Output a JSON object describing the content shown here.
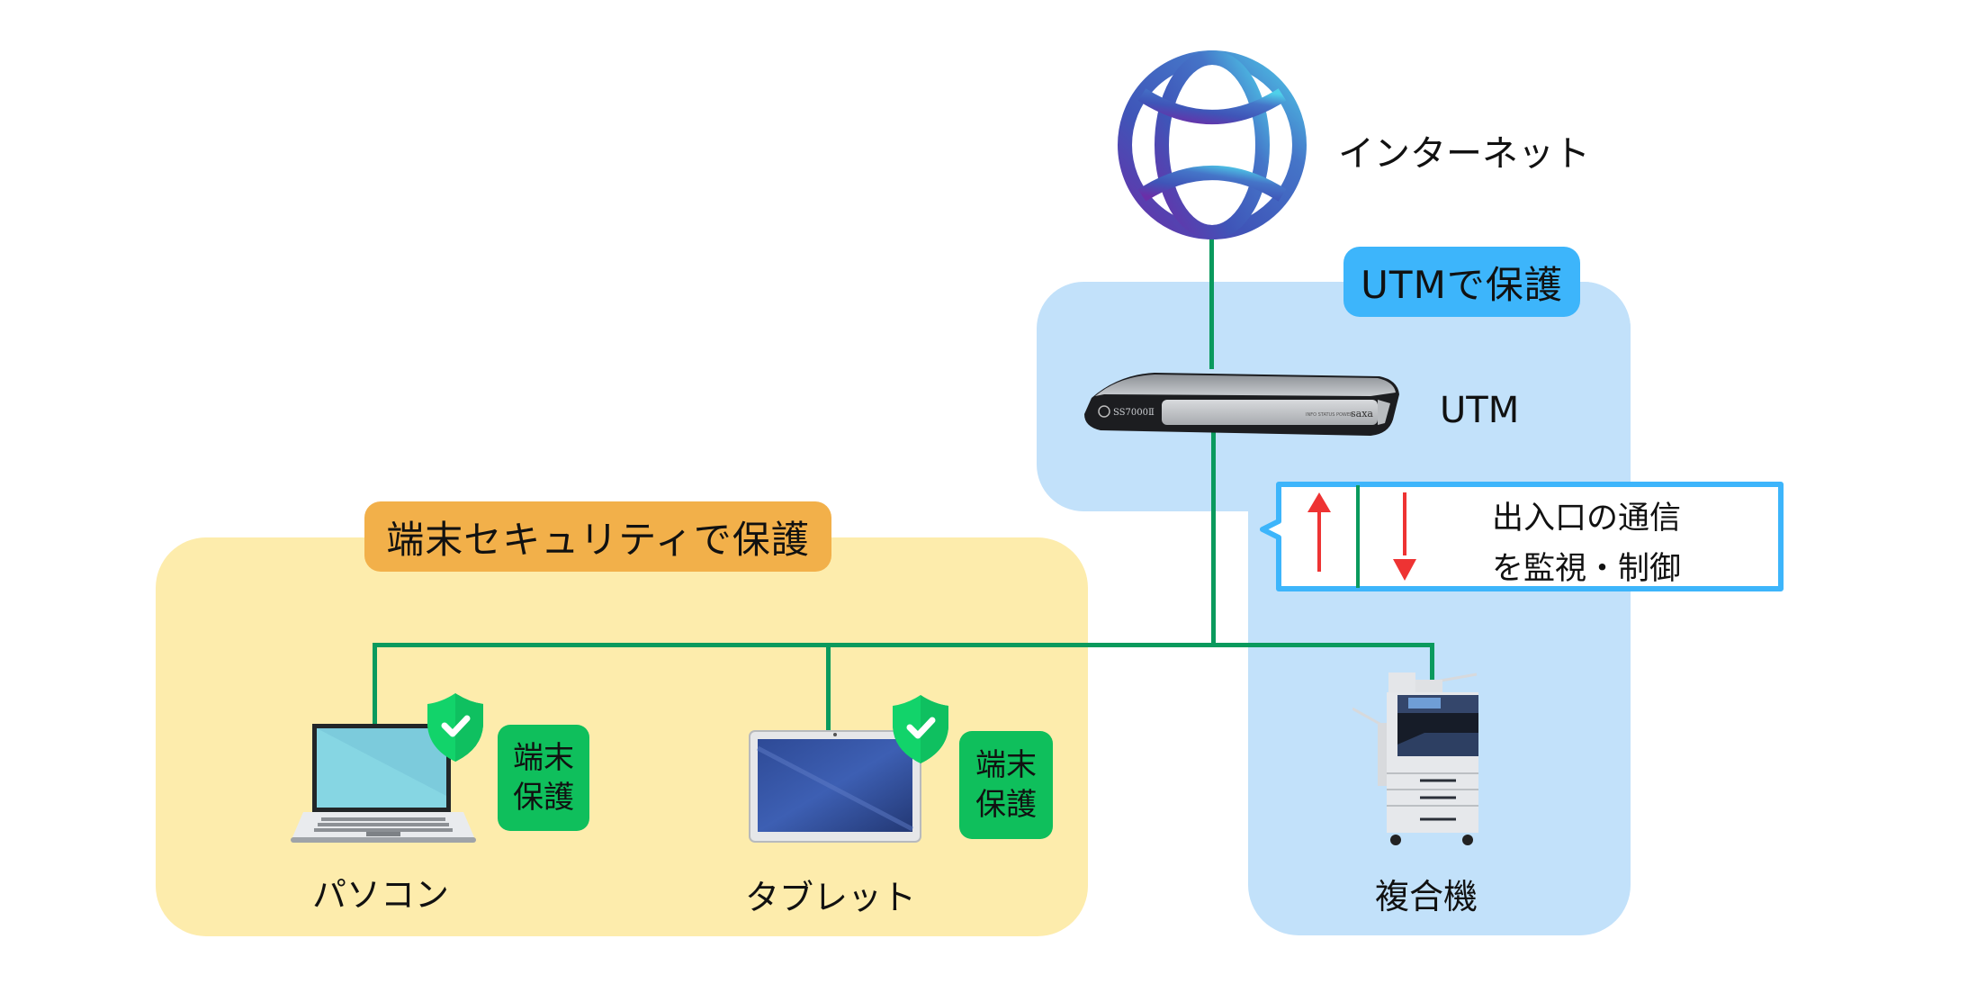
{
  "internet": {
    "label": "インターネット",
    "icon": "globe-icon"
  },
  "utm_zone": {
    "tag": "UTMで保護",
    "device_label": "UTM",
    "device_model": "SS7000Ⅱ",
    "device_brand": "saxa",
    "device_indicators": [
      "INFO",
      "STATUS",
      "POWER"
    ]
  },
  "callout": {
    "line1": "出入口の通信",
    "line2": "を監視・制御",
    "arrows": [
      "up-arrow-icon",
      "down-arrow-icon"
    ]
  },
  "endpoint_zone": {
    "tag": "端末セキュリティで保護",
    "devices": [
      {
        "label": "パソコン",
        "badge_line1": "端末",
        "badge_line2": "保護",
        "icon": "laptop-icon",
        "protected": true
      },
      {
        "label": "タブレット",
        "badge_line1": "端末",
        "badge_line2": "保護",
        "icon": "tablet-icon",
        "protected": true
      }
    ]
  },
  "mfp": {
    "label": "複合機",
    "icon": "printer-icon"
  },
  "colors": {
    "network_line": "#0a9a5d",
    "endpoint_zone": "#fdecac",
    "endpoint_tag": "#f2b04a",
    "utm_zone": "#c2e1fa",
    "utm_tag": "#3db5fb",
    "badge": "#0fbf5c",
    "arrow": "#ee3333",
    "callout_border": "#3db5fb"
  }
}
